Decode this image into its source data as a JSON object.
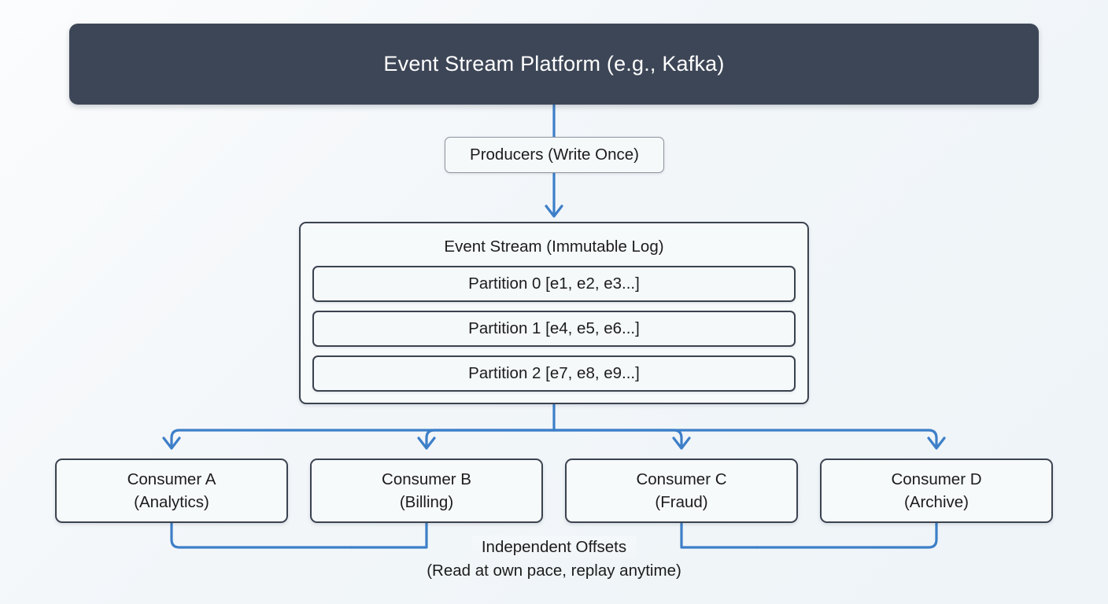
{
  "diagram": {
    "title": "Event Stream Platform (e.g., Kafka)",
    "platform": {
      "label": "Event Stream Platform (e.g., Kafka)"
    },
    "producers": {
      "label": "Producers (Write Once)"
    },
    "event_stream": {
      "title": "Event Stream (Immutable Log)",
      "partitions": [
        {
          "label": "Partition 0 [e1, e2, e3...]"
        },
        {
          "label": "Partition 1 [e4, e5, e6...]"
        },
        {
          "label": "Partition 2 [e7, e8, e9...]"
        }
      ]
    },
    "consumers": [
      {
        "name": "Consumer A",
        "role": "(Analytics)"
      },
      {
        "name": "Consumer B",
        "role": "(Billing)"
      },
      {
        "name": "Consumer C",
        "role": "(Fraud)"
      },
      {
        "name": "Consumer D",
        "role": "(Archive)"
      }
    ],
    "offsets_note": {
      "line_1": "Independent Offsets",
      "line_2": "(Read at own pace, replay anytime)"
    },
    "colors": {
      "banner_background": "#3d4656",
      "banner_text": "#ffffff",
      "node_border": "#3b4350",
      "node_background": "#f7fafb",
      "connector": "#3d7fc8",
      "page_background": "#f2f6f9",
      "text": "#1c1c1c"
    }
  }
}
